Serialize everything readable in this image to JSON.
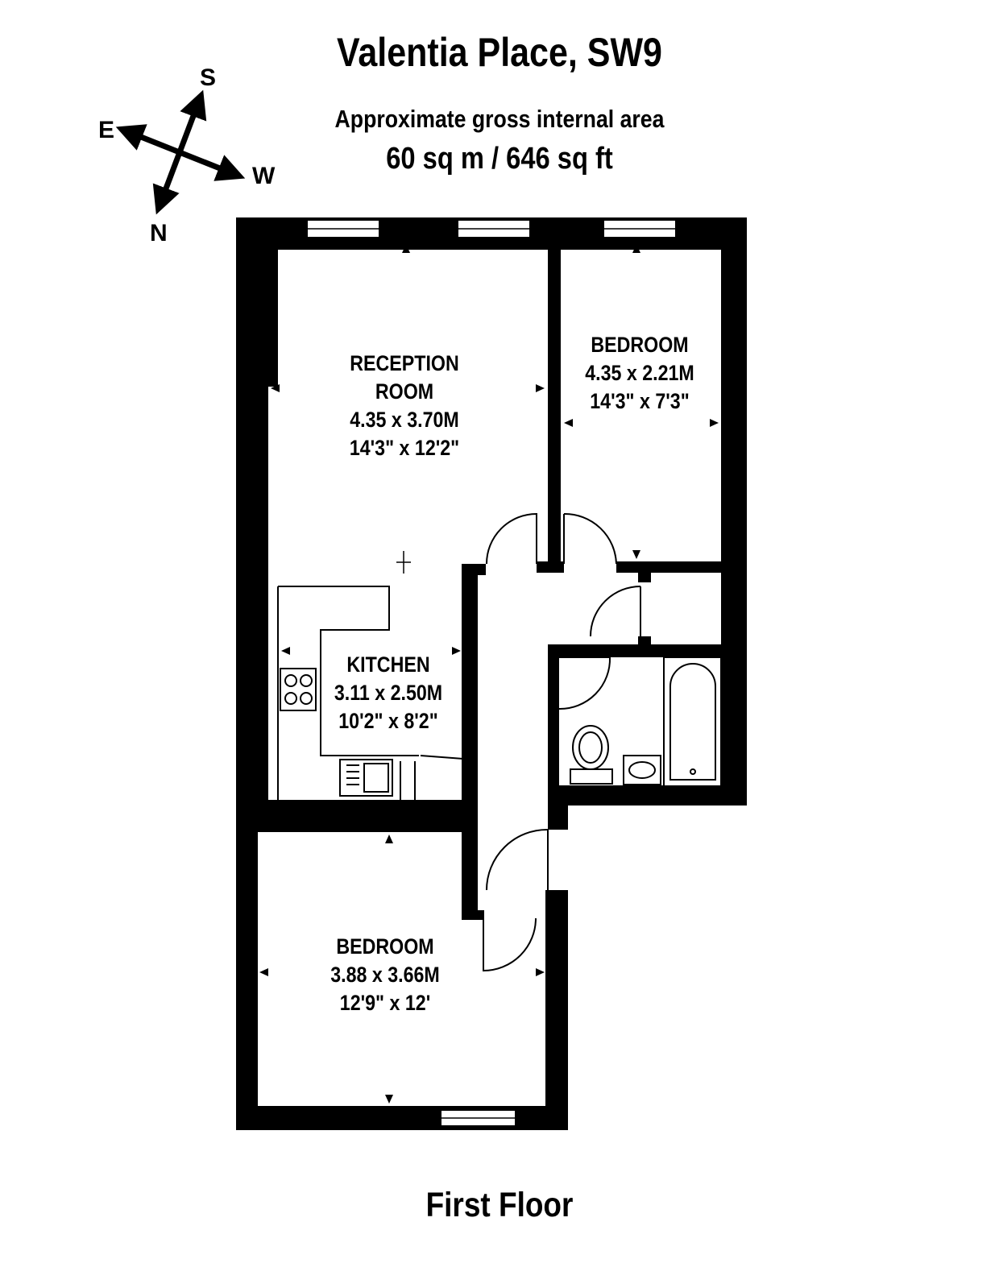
{
  "header": {
    "title": "Valentia Place, SW9",
    "subtitle": "Approximate gross internal area",
    "area": "60 sq m  /  646 sq ft"
  },
  "compass": {
    "north": "N",
    "south": "S",
    "east": "E",
    "west": "W"
  },
  "rooms": {
    "reception": {
      "name_line1": "RECEPTION",
      "name_line2": "ROOM",
      "metric": "4.35 x 3.70M",
      "imperial": "14'3\" x 12'2\""
    },
    "bedroom_top": {
      "name": "BEDROOM",
      "metric": "4.35 x 2.21M",
      "imperial": "14'3\" x 7'3\""
    },
    "kitchen": {
      "name": "KITCHEN",
      "metric": "3.11 x 2.50M",
      "imperial": "10'2\" x 8'2\""
    },
    "bedroom_bottom": {
      "name": "BEDROOM",
      "metric": "3.88 x 3.66M",
      "imperial": "12'9\" x 12'"
    }
  },
  "footer": {
    "floor": "First Floor"
  }
}
